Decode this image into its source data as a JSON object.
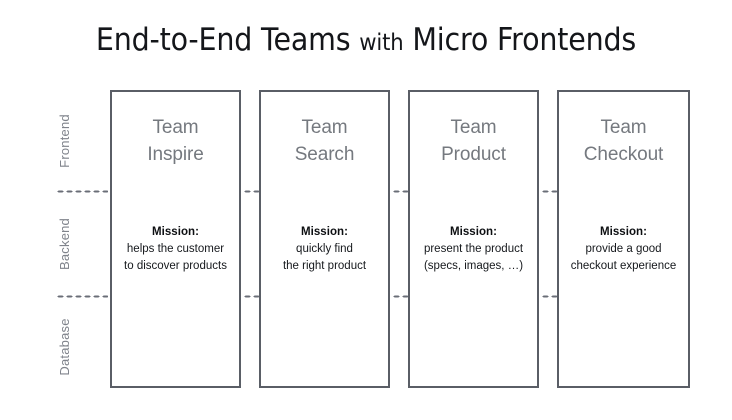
{
  "slide": {
    "title_main_1": "End-to-End Teams",
    "title_small": "with",
    "title_main_2": "Micro Frontends"
  },
  "layers": [
    {
      "label": "Frontend"
    },
    {
      "label": "Backend"
    },
    {
      "label": "Database"
    }
  ],
  "mission_label": "Mission:",
  "cards": [
    {
      "title_line_1": "Team",
      "title_line_2": "Inspire",
      "mission_label": "Mission:",
      "mission_line_1": "helps the customer",
      "mission_line_2": "to discover products"
    },
    {
      "title_line_1": "Team",
      "title_line_2": "Search",
      "mission_label": "Mission:",
      "mission_line_1": "quickly find",
      "mission_line_2": "the right product"
    },
    {
      "title_line_1": "Team",
      "title_line_2": "Product",
      "mission_label": "Mission:",
      "mission_line_1": "present the product",
      "mission_line_2": "(specs, images, …)"
    },
    {
      "title_line_1": "Team",
      "title_line_2": "Checkout",
      "mission_label": "Mission:",
      "mission_line_1": "provide a good",
      "mission_line_2": "checkout experience"
    }
  ],
  "colors": {
    "card_border": "#5a5e66",
    "card_title_text": "#75797f",
    "layer_label_text": "#7f838b",
    "body_text": "#15181c",
    "dot_color": "#6a6e77",
    "background": "#ffffff"
  }
}
